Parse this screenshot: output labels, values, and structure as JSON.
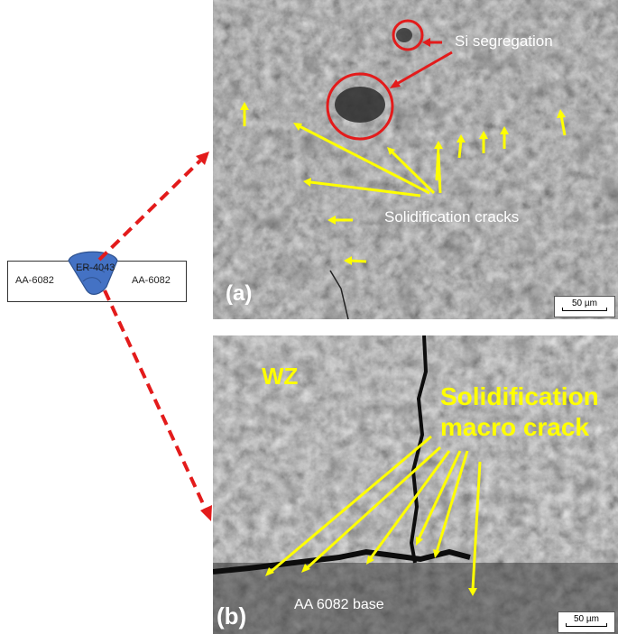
{
  "schematic": {
    "filler_label": "ER-4043",
    "left_plate_label": "AA-6082",
    "right_plate_label": "AA-6082",
    "weld_color": "#4472c4"
  },
  "panel_a": {
    "tag": "(a)",
    "annotation_si": "Si segregation",
    "annotation_cracks": "Solidification cracks",
    "scale_label": "50 µm"
  },
  "panel_b": {
    "tag": "(b)",
    "zone_label": "WZ",
    "annotation_line1": "Solidification",
    "annotation_line2": "macro crack",
    "base_label": "AA 6082 base",
    "scale_label": "50 µm"
  },
  "colors": {
    "annotation_arrow": "#ffff00",
    "si_circle": "#e31b1b",
    "pointer_arrow": "#e31b1b"
  }
}
